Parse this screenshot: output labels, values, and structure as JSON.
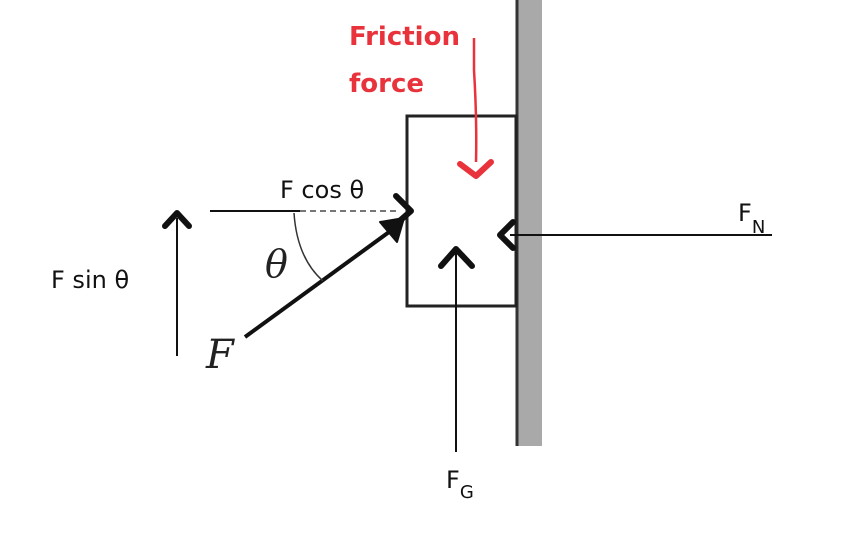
{
  "labels": {
    "friction_line1": "Friction",
    "friction_line2": "force",
    "f_cos": "F cos θ",
    "f_sin": "F sin θ",
    "theta": "θ",
    "force": "F",
    "normal_main": "F",
    "normal_sub": "N",
    "gravity_main": "F",
    "gravity_sub": "G"
  },
  "colors": {
    "friction": "#e8323c",
    "wall": "#a9a9a9",
    "ink": "#111111"
  }
}
